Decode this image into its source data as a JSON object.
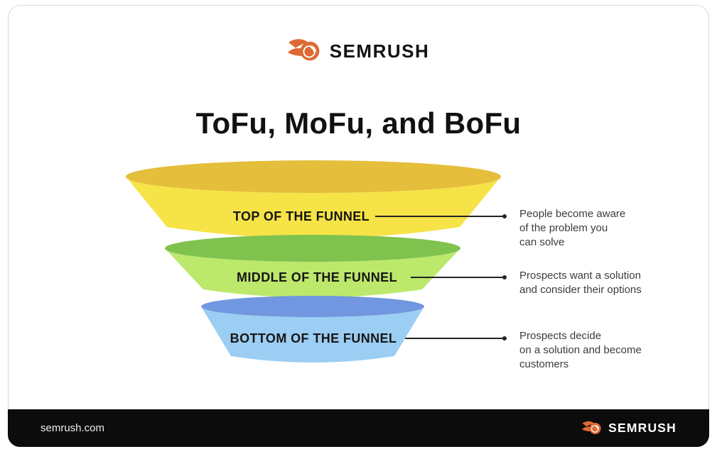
{
  "brand": {
    "name": "SEMRUSH",
    "logo_orange": "#dd6a33"
  },
  "title": "ToFu, MoFu, and BoFu",
  "funnel": {
    "stages": [
      {
        "id": "tofu",
        "label": "TOP OF THE FUNNEL",
        "description_lines": [
          "People become aware",
          "of the problem you",
          "can solve"
        ],
        "colors": {
          "top": "#e5be3b",
          "body": "#f6e347"
        }
      },
      {
        "id": "mofu",
        "label": "MIDDLE OF THE FUNNEL",
        "description_lines": [
          "Prospects want a solution",
          "and consider their options"
        ],
        "colors": {
          "top": "#80c24e",
          "body": "#bce86b"
        }
      },
      {
        "id": "bofu",
        "label": "BOTTOM OF THE FUNNEL",
        "description_lines": [
          "Prospects decide",
          "on a solution and become",
          "customers"
        ],
        "colors": {
          "top": "#7097df",
          "body": "#9ccdf3"
        }
      }
    ]
  },
  "footer": {
    "url_text": "semrush.com",
    "brand": "SEMRUSH",
    "background": "#0c0c0c"
  },
  "text_colors": {
    "title": "#111111",
    "labels": "#161616",
    "descriptions": "#3c3c3c"
  }
}
